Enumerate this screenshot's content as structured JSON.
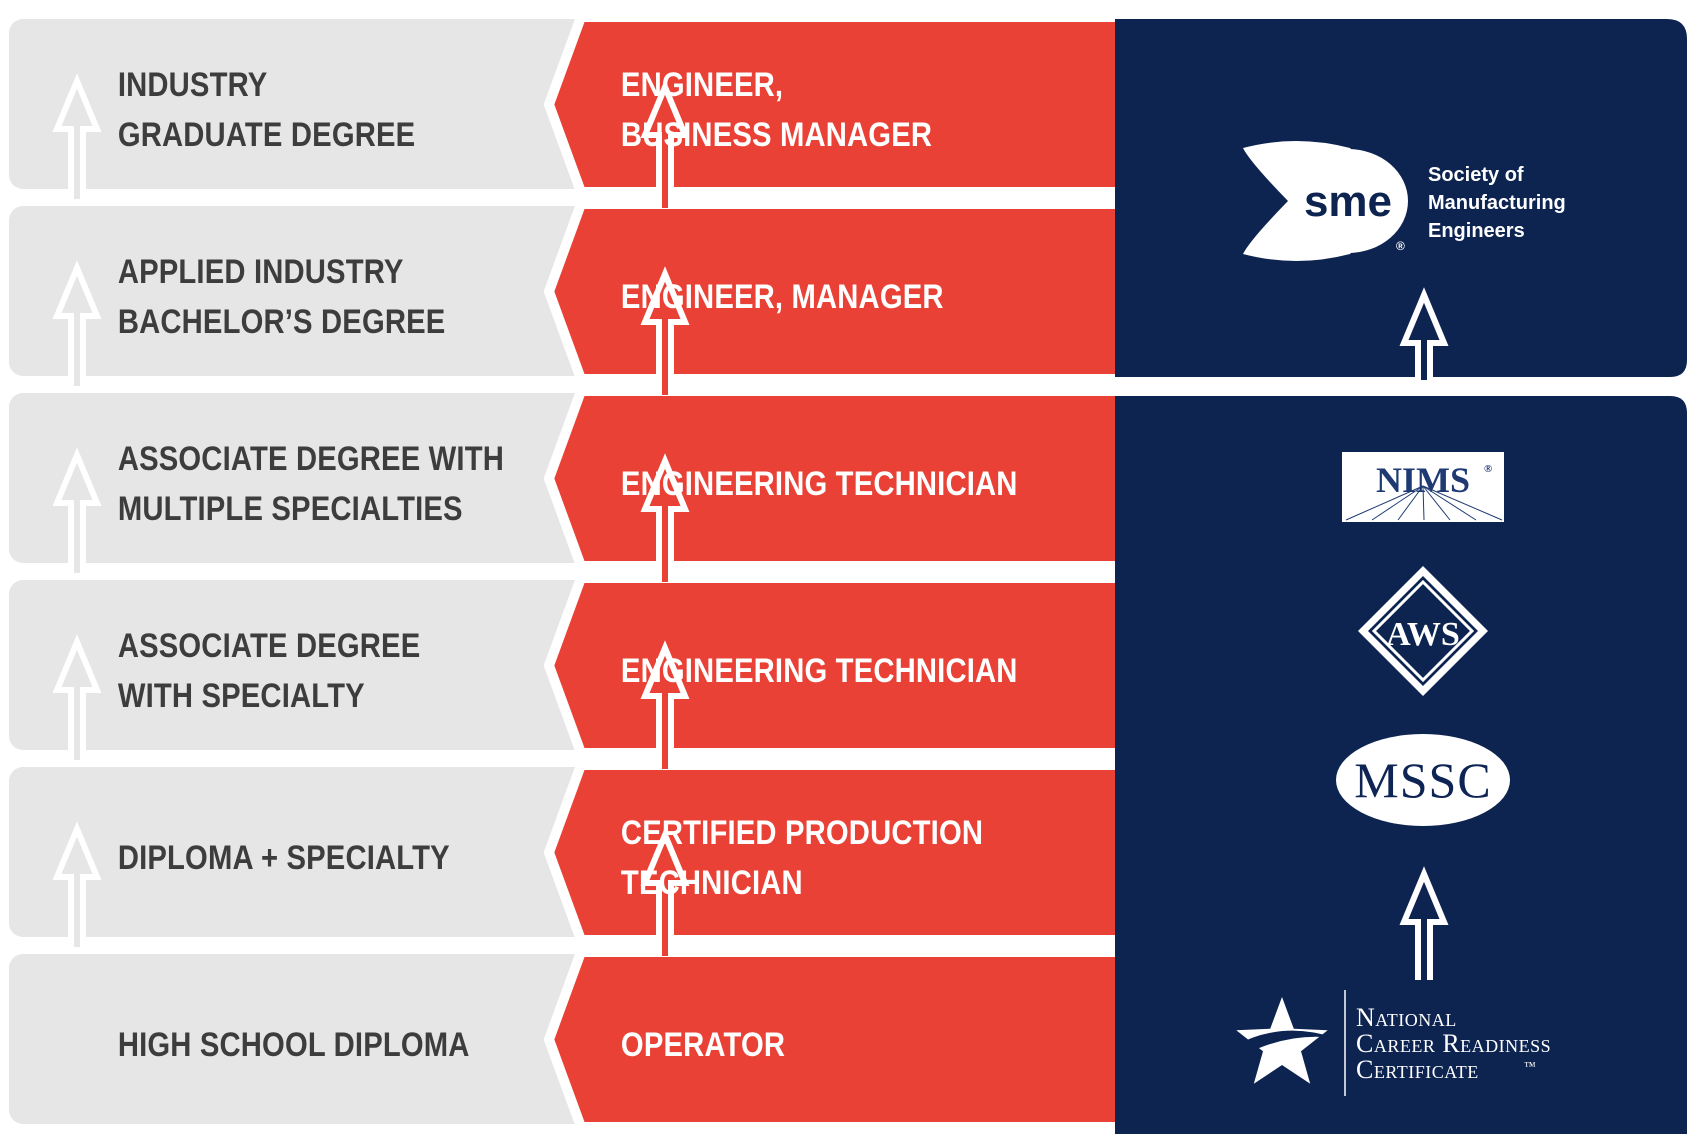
{
  "colors": {
    "degree_band": "#e6e6e6",
    "job_hex": "#ea4136",
    "cert_panel": "#0d2451",
    "degree_text": "#3d3d3d",
    "white": "#ffffff"
  },
  "degrees": [
    {
      "lines": [
        "INDUSTRY",
        "GRADUATE DEGREE"
      ]
    },
    {
      "lines": [
        "APPLIED INDUSTRY",
        "BACHELOR’S DEGREE"
      ]
    },
    {
      "lines": [
        "ASSOCIATE DEGREE WITH",
        "MULTIPLE SPECIALTIES"
      ]
    },
    {
      "lines": [
        "ASSOCIATE DEGREE",
        "WITH SPECIALTY"
      ]
    },
    {
      "lines": [
        "DIPLOMA + SPECIALTY"
      ]
    },
    {
      "lines": [
        "HIGH SCHOOL DIPLOMA"
      ]
    }
  ],
  "jobs": [
    {
      "lines": [
        "ENGINEER,",
        "BUSINESS MANAGER"
      ]
    },
    {
      "lines": [
        "ENGINEER, MANAGER"
      ]
    },
    {
      "lines": [
        "ENGINEERING TECHNICIAN"
      ]
    },
    {
      "lines": [
        "ENGINEERING TECHNICIAN"
      ]
    },
    {
      "lines": [
        "CERTIFIED PRODUCTION",
        "TECHNICIAN"
      ]
    },
    {
      "lines": [
        "OPERATOR"
      ]
    }
  ],
  "certifications": {
    "sme": {
      "mark": "sme",
      "name_lines": [
        "Society of",
        "Manufacturing",
        "Engineers"
      ],
      "registered": "®"
    },
    "nims": {
      "mark": "NIMS",
      "registered": "®"
    },
    "aws": {
      "mark": "AWS"
    },
    "mssc": {
      "mark": "MSSC"
    },
    "ncrc": {
      "name_lines": [
        "National",
        "Career Readiness",
        "Certificate"
      ],
      "trademark": "™"
    }
  },
  "icons": [
    "arrow-up-icon",
    "star-icon",
    "sme-logo",
    "nims-logo",
    "aws-logo",
    "mssc-logo",
    "ncrc-logo"
  ]
}
